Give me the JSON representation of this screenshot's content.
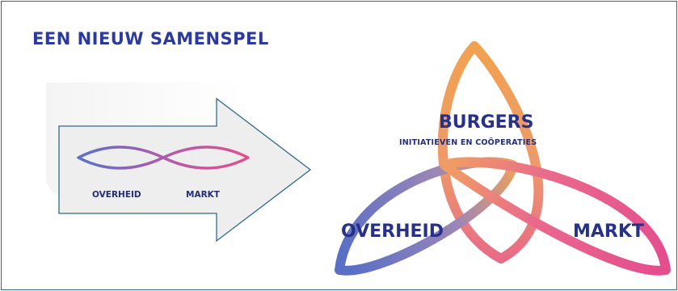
{
  "title": "EEN NIEUW SAMENSPEL",
  "left_diagram": {
    "label_left": "OVERHEID",
    "label_right": "MARKT"
  },
  "right_diagram": {
    "top_label": "BURGERS",
    "top_sublabel": "INITIATIEVEN EN COÖPERATIES",
    "left_label": "OVERHEID",
    "right_label": "MARKT"
  },
  "colors": {
    "title": "#2a3a9e",
    "frame": "#2c6a87",
    "blue": "#5a70c8",
    "pink": "#e2508c",
    "orange": "#f0a250",
    "arrow_fill": "#eeeeee",
    "arrow_stroke": "#2e6c88"
  }
}
